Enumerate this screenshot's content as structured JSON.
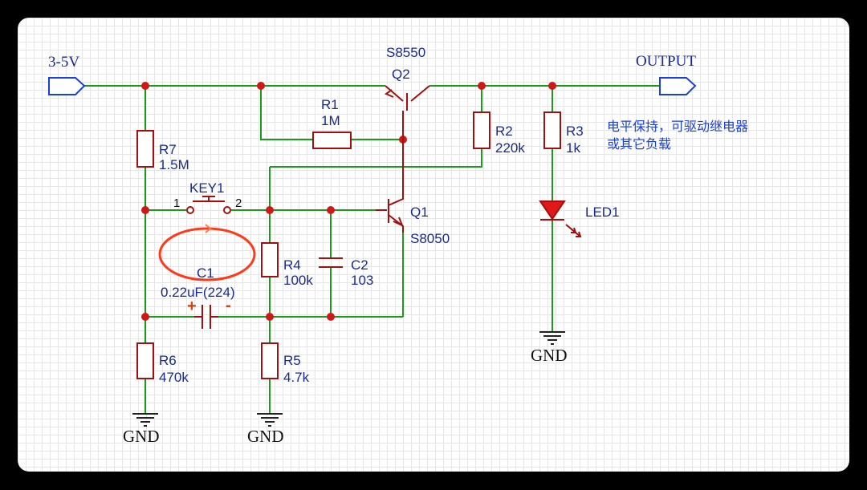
{
  "nets": {
    "input": "3-5V",
    "output": "OUTPUT"
  },
  "note": {
    "line1": "电平保持，可驱动继电器",
    "line2": "或其它负载"
  },
  "gnd_label": "GND",
  "components": {
    "q2": {
      "ref": "Q2",
      "part": "S8550"
    },
    "q1": {
      "ref": "Q1",
      "part": "S8050"
    },
    "r1": {
      "ref": "R1",
      "value": "1M"
    },
    "r2": {
      "ref": "R2",
      "value": "220k"
    },
    "r3": {
      "ref": "R3",
      "value": "1k"
    },
    "r4": {
      "ref": "R4",
      "value": "100k"
    },
    "r5": {
      "ref": "R5",
      "value": "4.7k"
    },
    "r6": {
      "ref": "R6",
      "value": "470k"
    },
    "r7": {
      "ref": "R7",
      "value": "1.5M"
    },
    "c1": {
      "ref": "C1",
      "value": "0.22uF(224)",
      "plus": "+",
      "minus": "-"
    },
    "c2": {
      "ref": "C2",
      "value": "103"
    },
    "key1": {
      "ref": "KEY1",
      "pin1": "1",
      "pin2": "2"
    },
    "led1": {
      "ref": "LED1"
    }
  },
  "colors": {
    "wire": "#1c9a1c",
    "part": "#a01010",
    "junction": "#d01818",
    "port": "#1a3fe0",
    "highlight": "#ff3a1a"
  }
}
